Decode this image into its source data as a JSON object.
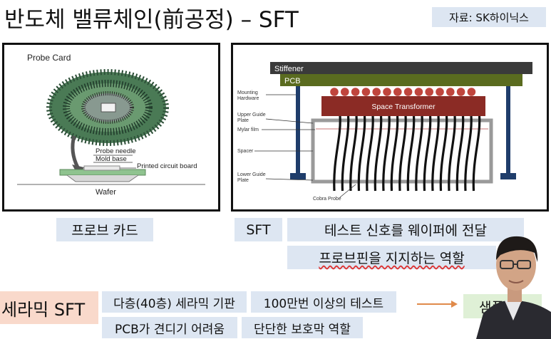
{
  "header": {
    "title": "반도체 밸류체인(前공정) – SFT",
    "source": "자료: SK하이닉스"
  },
  "probe_card_figure": {
    "title": "Probe Card",
    "labels": {
      "probe_needle": "Probe needle",
      "mold_base": "Mold base",
      "pcb": "Printed circuit board",
      "wafer": "Wafer"
    }
  },
  "sft_figure": {
    "stiffener": "Stiffener",
    "pcb": "PCB",
    "space_transformer": "Space Transformer",
    "mounting_hardware": [
      "Mounting",
      "Hardware"
    ],
    "upper_guide_plate": [
      "Upper Guide",
      "Plate"
    ],
    "mylar_film": "Mylar film",
    "spacer": "Spacer",
    "lower_guide_plate": [
      "Lower Guide",
      "Plate"
    ],
    "cobra_probe": "Cobra Probe"
  },
  "tags": {
    "probe_card": "프로브 카드",
    "sft": "SFT",
    "signal": "테스트 신호를 웨이퍼에 전달",
    "support": "프로브핀을 지지하는 역할",
    "ceramic_sft": "세라믹 SFT",
    "multilayer": "다층(40층) 세라믹 기판",
    "million_tests": "100만번 이상의 테스트",
    "pcb_hard": "PCB가 견디기 어려움",
    "protective": "단단한 보호막 역할",
    "partial_right": "샘플"
  },
  "colors": {
    "tag_blue": "#dde6f2",
    "tag_peach": "#f9d9cb",
    "tag_green": "#dff0d6",
    "stiffener": "#3a3a3a",
    "pcb_green": "#5a6b1f",
    "space_transformer": "#8b2b25",
    "solder_ball": "#c0453d",
    "mounting_post": "#1f3d6b",
    "arrow_orange": "#e08a4a"
  }
}
